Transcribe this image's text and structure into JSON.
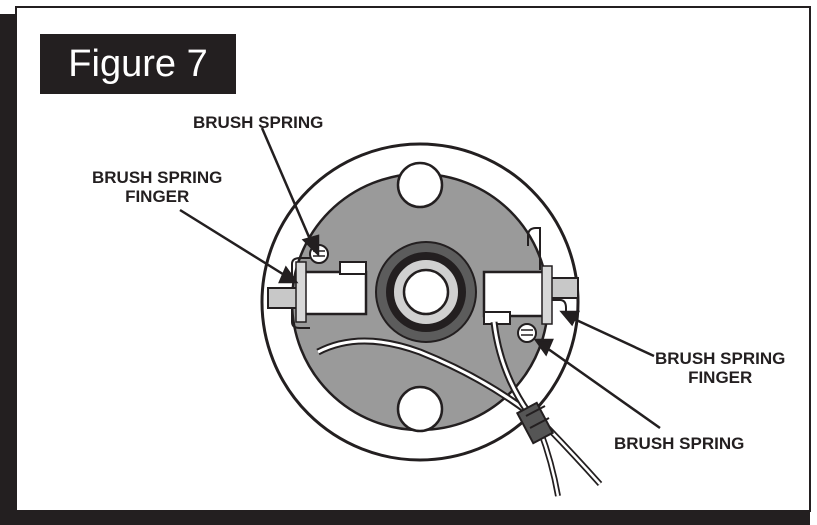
{
  "figure": {
    "label": "Figure 7"
  },
  "callouts": {
    "top_left_spring": {
      "line1": "BRUSH SPRING"
    },
    "left_finger": {
      "line1": "BRUSH SPRING",
      "line2": "FINGER"
    },
    "right_finger": {
      "line1": "BRUSH SPRING",
      "line2": "FINGER"
    },
    "bottom_right_spring": {
      "line1": "BRUSH SPRING"
    }
  },
  "colors": {
    "ink": "#231f20",
    "plate": "#9a9a9a",
    "hub_dark": "#5c5c5c",
    "tab": "#c8c8c8"
  }
}
